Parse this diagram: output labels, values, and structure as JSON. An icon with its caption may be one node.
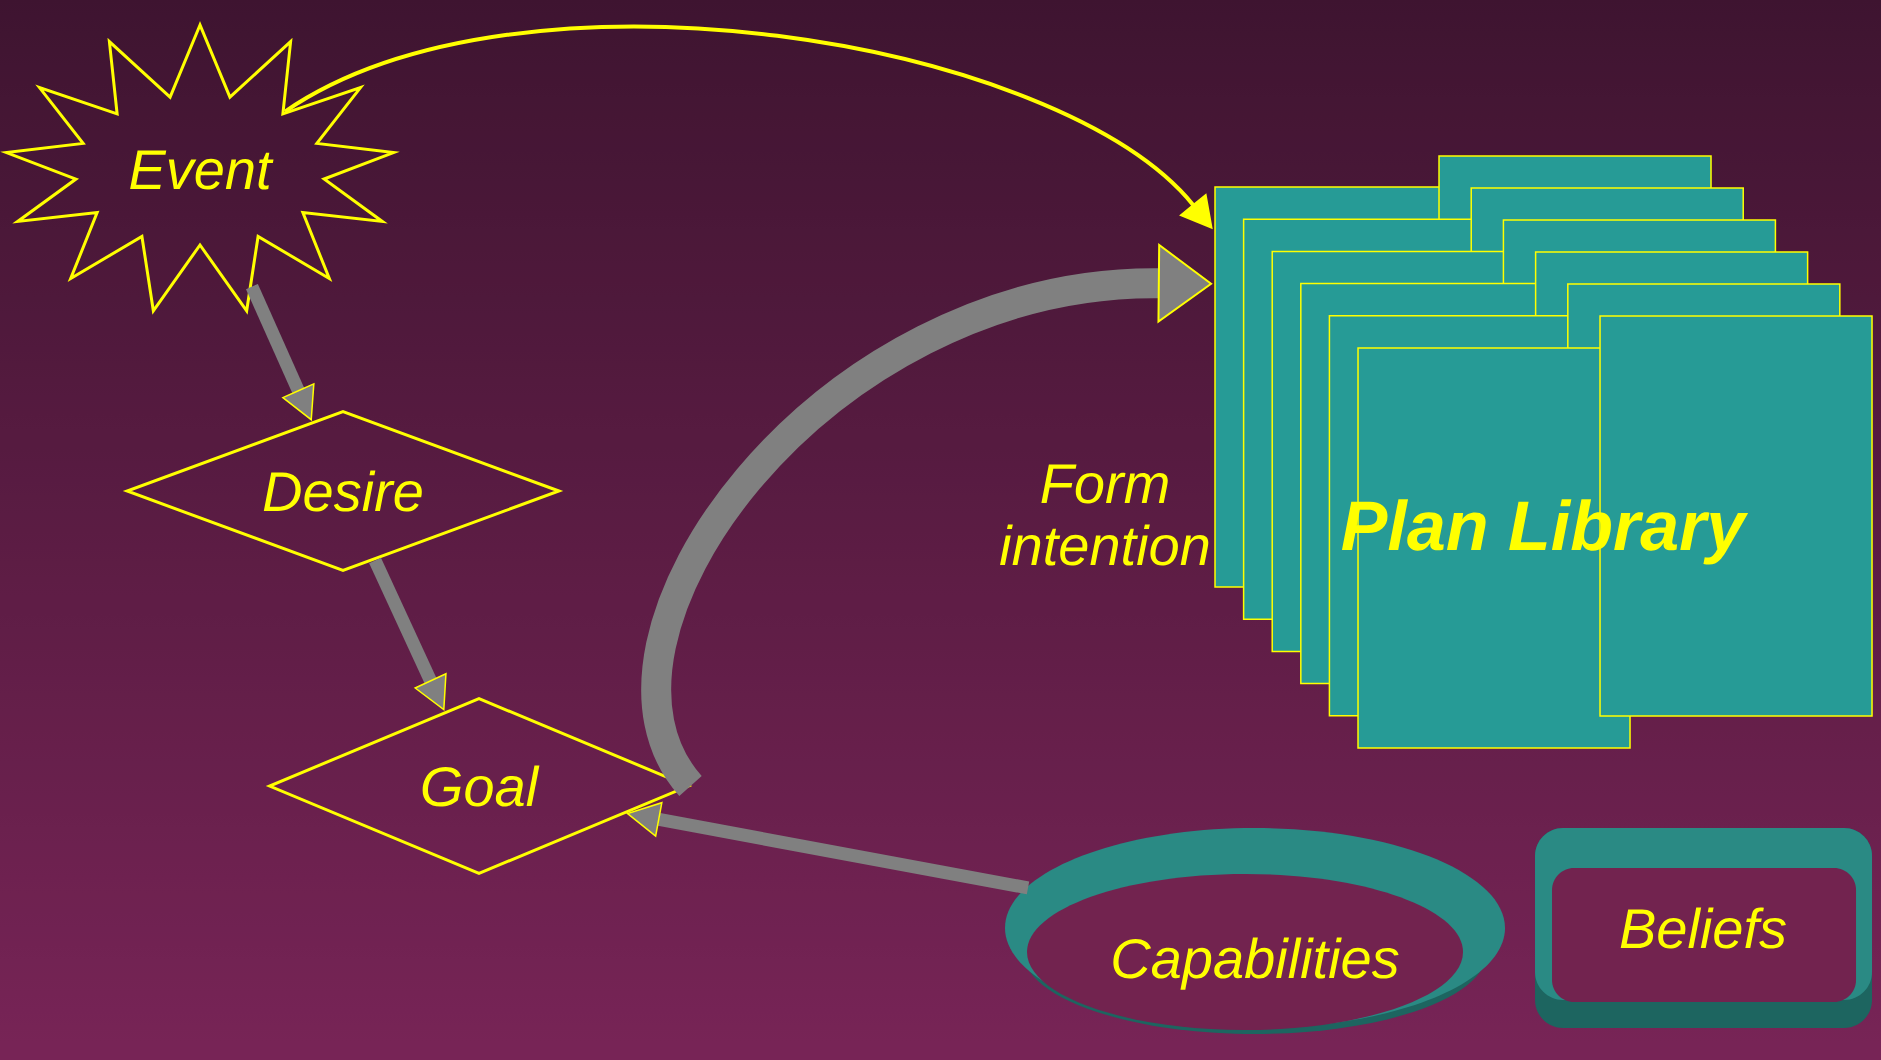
{
  "diagram": {
    "nodes": [
      {
        "text": [
          "Event"
        ]
      },
      {
        "text": [
          "Desire"
        ]
      },
      {
        "text": [
          "Goal"
        ]
      },
      {
        "text": [
          "Plan Library"
        ]
      },
      {
        "text": [
          "Capabilities"
        ]
      },
      {
        "text": [
          "Beliefs"
        ]
      }
    ],
    "edges": [
      {
        "from": 0,
        "to": 3,
        "arrow": "to",
        "color": "#ffff00"
      },
      {
        "from": 0,
        "to": 1,
        "arrow": "to"
      },
      {
        "from": 1,
        "to": 2,
        "arrow": "to"
      },
      {
        "from": 2,
        "to": 3,
        "arrow": "to",
        "label": "Form intention",
        "style": "thick"
      },
      {
        "from": 4,
        "to": 2,
        "arrow": "to"
      }
    ]
  }
}
